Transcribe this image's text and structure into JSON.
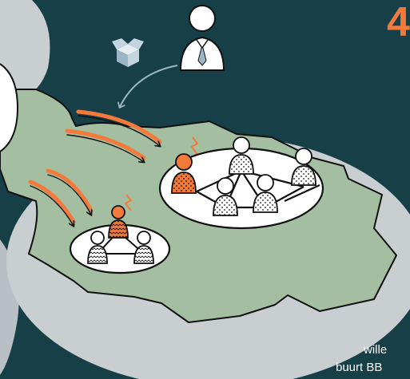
{
  "colors": {
    "background": "#163f48",
    "light_gray": "#c9ced1",
    "mid_gray": "#b9c0c5",
    "green": "#a3bea0",
    "orange": "#f47a3c",
    "arrow_blue": "#9db6c6",
    "white": "#ffffff",
    "outline": "#111111"
  },
  "icons": [
    "box-icon",
    "manager-icon",
    "lightning-icon",
    "person-icon"
  ],
  "step_number": "4",
  "caption_line1": "wille",
  "caption_line2": "buurt BB"
}
